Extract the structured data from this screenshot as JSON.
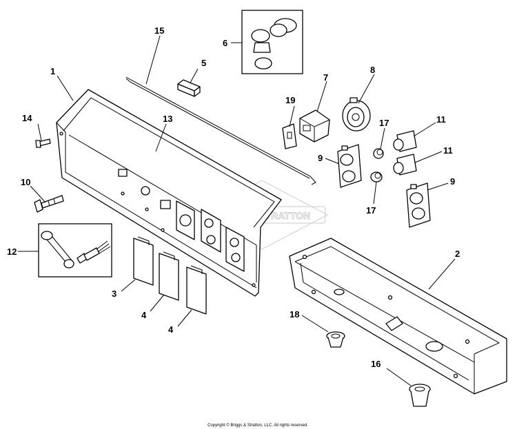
{
  "watermark": "BRIGGS&STRATTON",
  "copyright": "Copyright © Briggs & Stratton, LLC. All rights reserved.",
  "callouts": {
    "c1": "1",
    "c2": "2",
    "c3": "3",
    "c4a": "4",
    "c4b": "4",
    "c5": "5",
    "c6": "6",
    "c7": "7",
    "c8": "8",
    "c9a": "9",
    "c9b": "9",
    "c10": "10",
    "c11a": "11",
    "c11b": "11",
    "c12": "12",
    "c13": "13",
    "c14": "14",
    "c15": "15",
    "c16": "16",
    "c17a": "17",
    "c17b": "17",
    "c18": "18",
    "c19": "19"
  }
}
